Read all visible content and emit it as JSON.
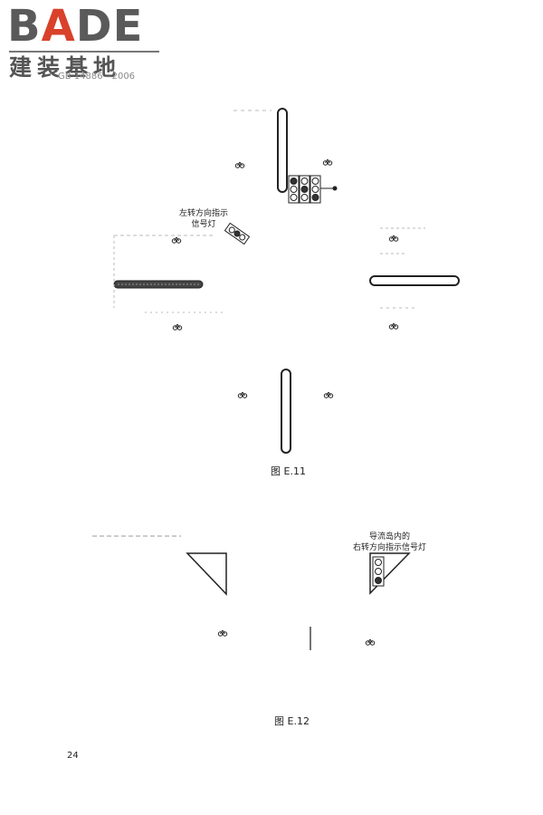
{
  "header": {
    "logo_prefix": "B",
    "logo_accent": "A",
    "logo_suffix": "DE",
    "logo_subtitle": "建装基地",
    "standard_code": "GB 14886—2006",
    "colors": {
      "logo_gray": "#5a5a5a",
      "logo_red": "#d9412b"
    }
  },
  "figure_e11": {
    "annotation_line1": "左转方向指示",
    "annotation_line2": "信号灯",
    "caption": "图 E.11"
  },
  "figure_e12": {
    "annotation_line1": "导流岛内的",
    "annotation_line2": "右转方向指示信号灯",
    "caption": "图 E.12"
  },
  "footer": {
    "page_number": "24"
  }
}
